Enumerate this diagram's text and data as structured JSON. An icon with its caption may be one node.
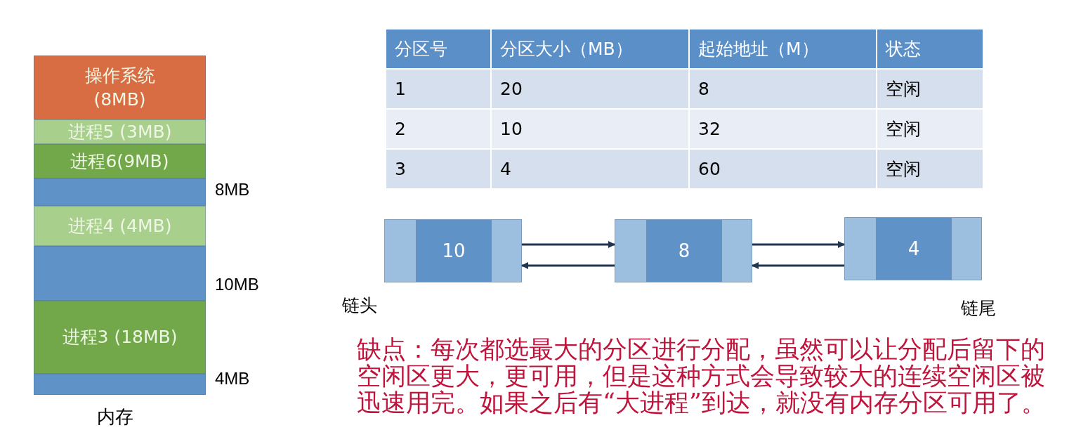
{
  "diagram": {
    "nodes": [
      {
        "text": [
          "操作系统 (8MB)"
        ]
      },
      {
        "text": [
          "进程5 (3MB)"
        ]
      },
      {
        "text": [
          "进程6(9MB)"
        ]
      },
      {
        "text": [],
        "shape": "box",
        "beside": [
          "8MB"
        ]
      },
      {
        "text": [
          "进程4 (4MB)"
        ]
      },
      {
        "text": [],
        "shape": "box",
        "beside": [
          "10MB"
        ]
      },
      {
        "text": [
          "进程3 (18MB)"
        ]
      },
      {
        "text": [],
        "shape": "box",
        "beside": [
          "4MB"
        ]
      },
      {
        "text": [
          "10"
        ]
      },
      {
        "text": [
          "8"
        ]
      },
      {
        "text": [
          "4"
        ]
      }
    ],
    "edges": [
      {
        "from": 8,
        "to": 9,
        "arrow": "to"
      },
      {
        "from": 9,
        "to": 8,
        "arrow": "to"
      },
      {
        "from": 9,
        "to": 10,
        "arrow": "to"
      },
      {
        "from": 10,
        "to": 9,
        "arrow": "to"
      }
    ],
    "labels": [
      "分区号",
      "分区大小（MB）",
      "起始地址（M）",
      "状态",
      "1",
      "20",
      "8",
      "空闲",
      "2",
      "10",
      "32",
      "空闲",
      "3",
      "4",
      "60",
      "空闲",
      "链头",
      "链尾",
      "缺点：每次都选最大的分区进行分配，虽然可以让分配后留下的空闲区更大，更可用，但是这种方式会导致较大的连续空闲区被迅速用完。如果之后有“大进程”到达，就没有内存分区可用了。",
      "内存"
    ]
  }
}
